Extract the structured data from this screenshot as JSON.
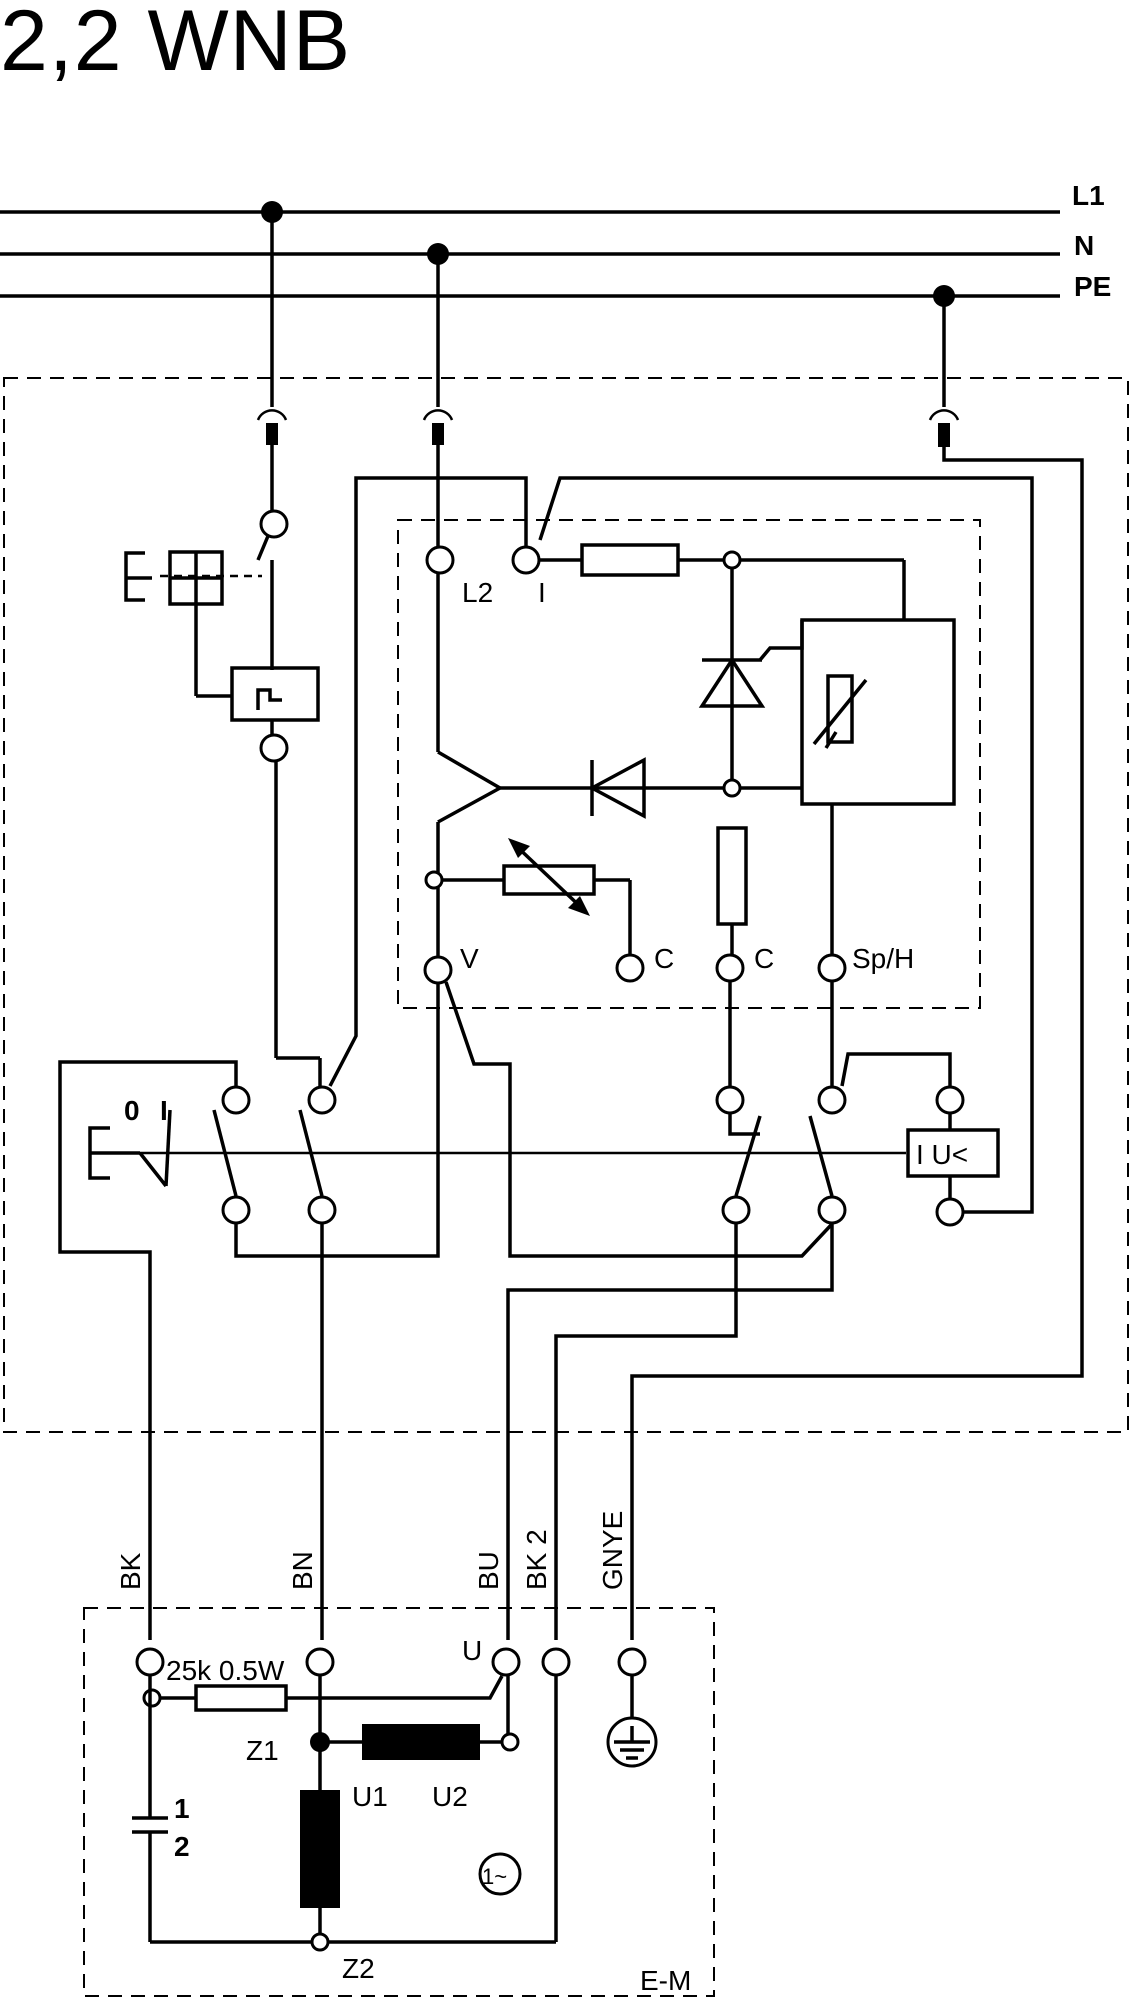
{
  "title": "2,2 WNB",
  "supply": {
    "l1": "L1",
    "n": "N",
    "pe": "PE"
  },
  "module": {
    "l2": "L2",
    "i": "I",
    "v": "V",
    "c1": "C",
    "c2": "C",
    "sph": "Sp/H"
  },
  "switch": {
    "pos0": "0",
    "pos1": "I",
    "uv": "I U<"
  },
  "cables": {
    "bk": "BK",
    "bn": "BN",
    "bu": "BU",
    "bk2": "BK 2",
    "gnye": "GNYE"
  },
  "motor": {
    "resistor": "25k 0.5W",
    "u": "U",
    "z1": "Z1",
    "u1": "U1",
    "u2": "U2",
    "z2": "Z2",
    "cap1": "1",
    "cap2": "2",
    "symbol": "1~",
    "label": "E-M"
  }
}
